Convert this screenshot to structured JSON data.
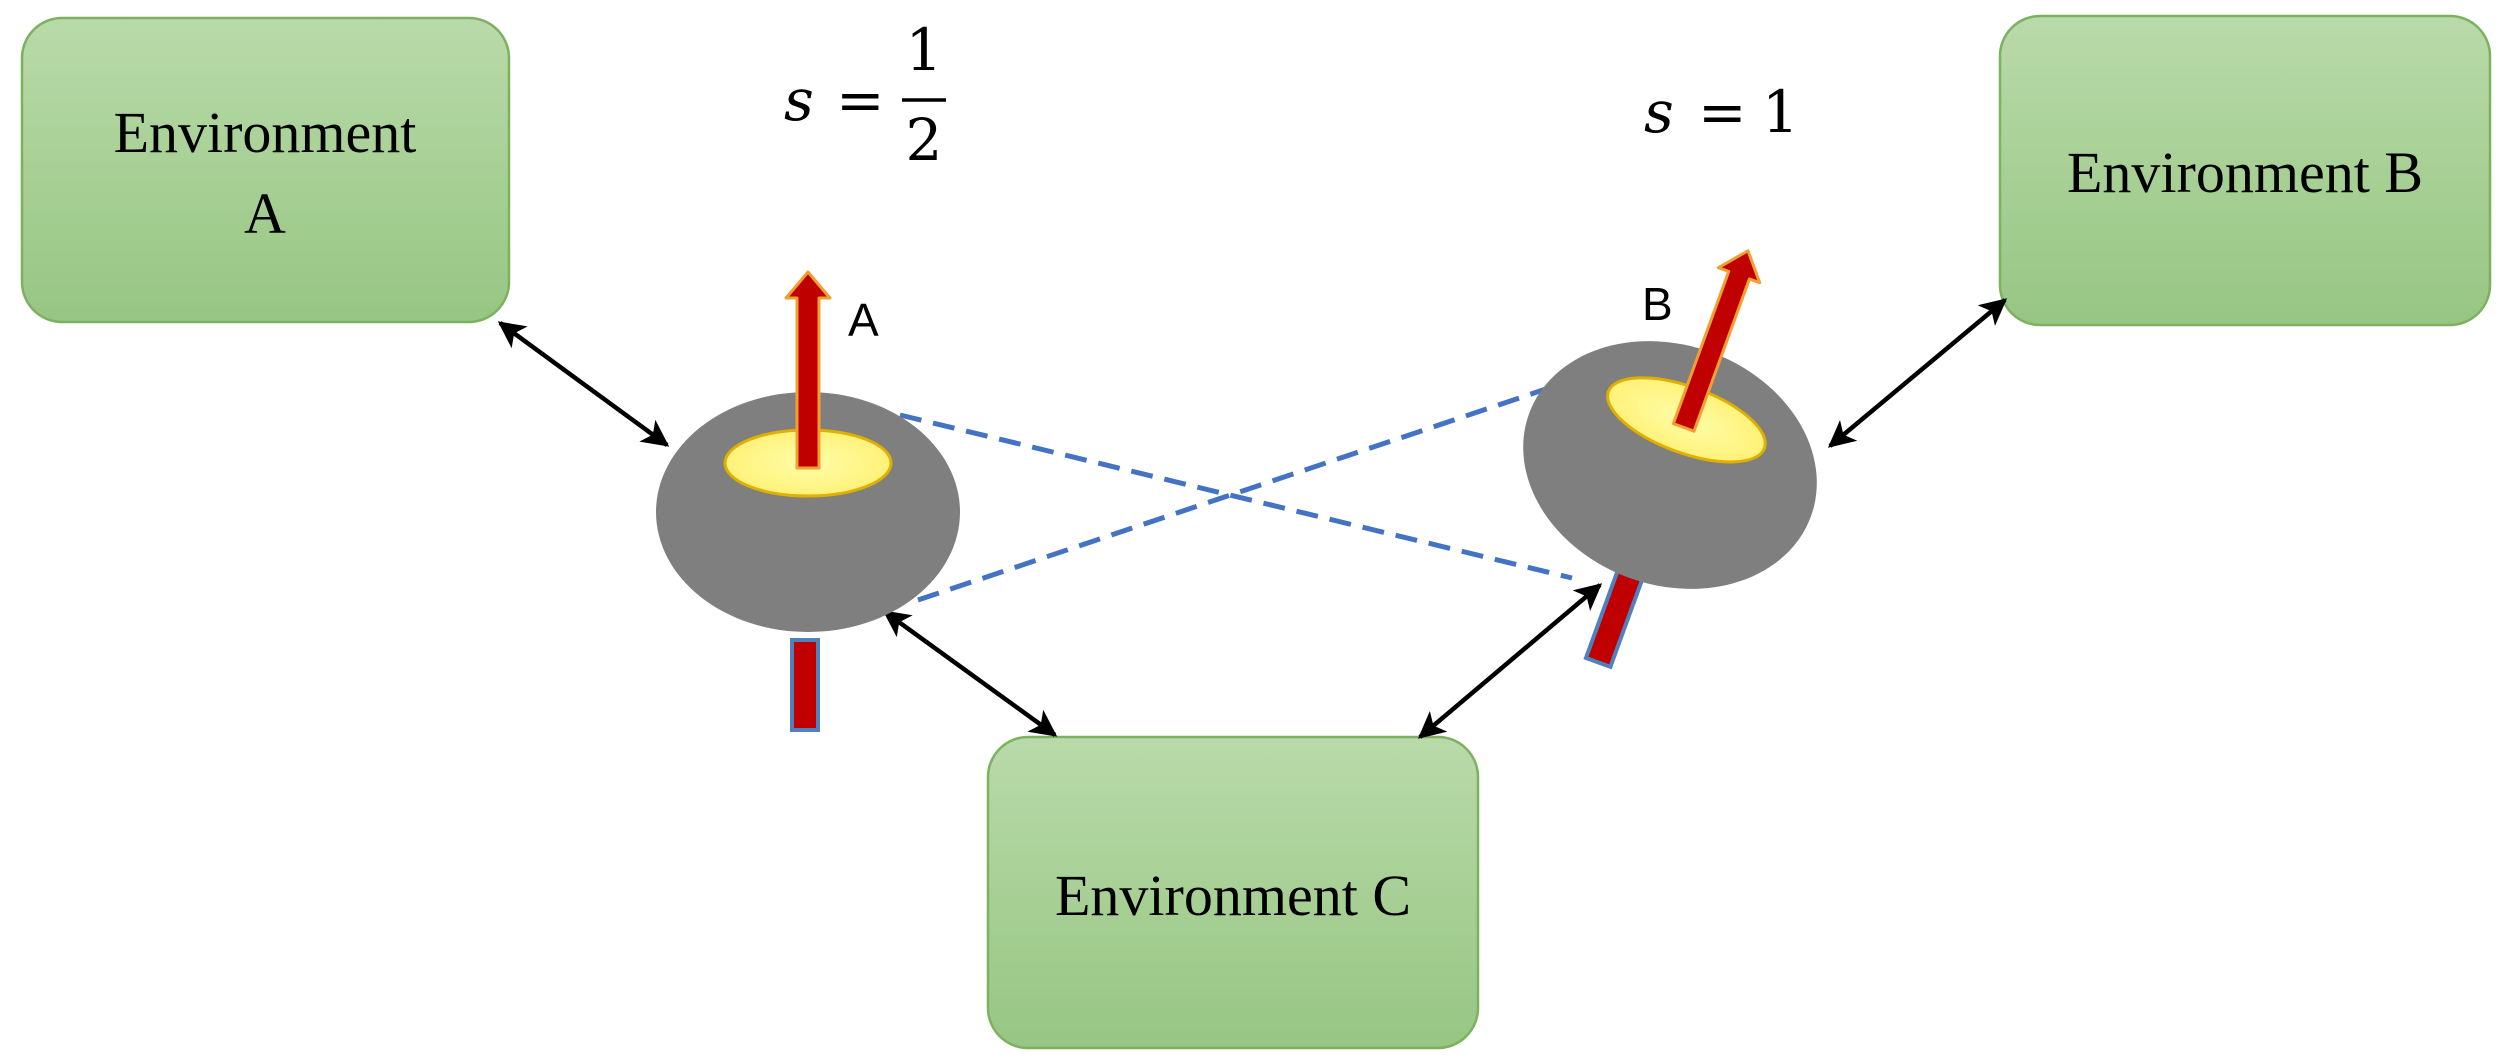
{
  "environments": {
    "a": {
      "line1": "Environment",
      "line2": "A"
    },
    "b": {
      "label": "Environment B"
    },
    "c": {
      "label": "Environment C"
    }
  },
  "spins": {
    "a": {
      "label": "A"
    },
    "b": {
      "label": "B"
    }
  },
  "equations": {
    "left": {
      "var": "s",
      "eq": "=",
      "num": "1",
      "den": "2"
    },
    "right": {
      "var": "s",
      "eq": "=",
      "value": "1"
    }
  },
  "colors": {
    "box_fill_top": "#b8d9a8",
    "box_fill_bottom": "#98c784",
    "box_stroke": "#7db15f",
    "body_gray": "#7f7f7f",
    "ring_yellow": "#fff27a",
    "arrow_red": "#c00000",
    "arrow_outline": "#f0a030",
    "tail_outline": "#4f81bd",
    "entangle_blue": "#4472c4"
  }
}
